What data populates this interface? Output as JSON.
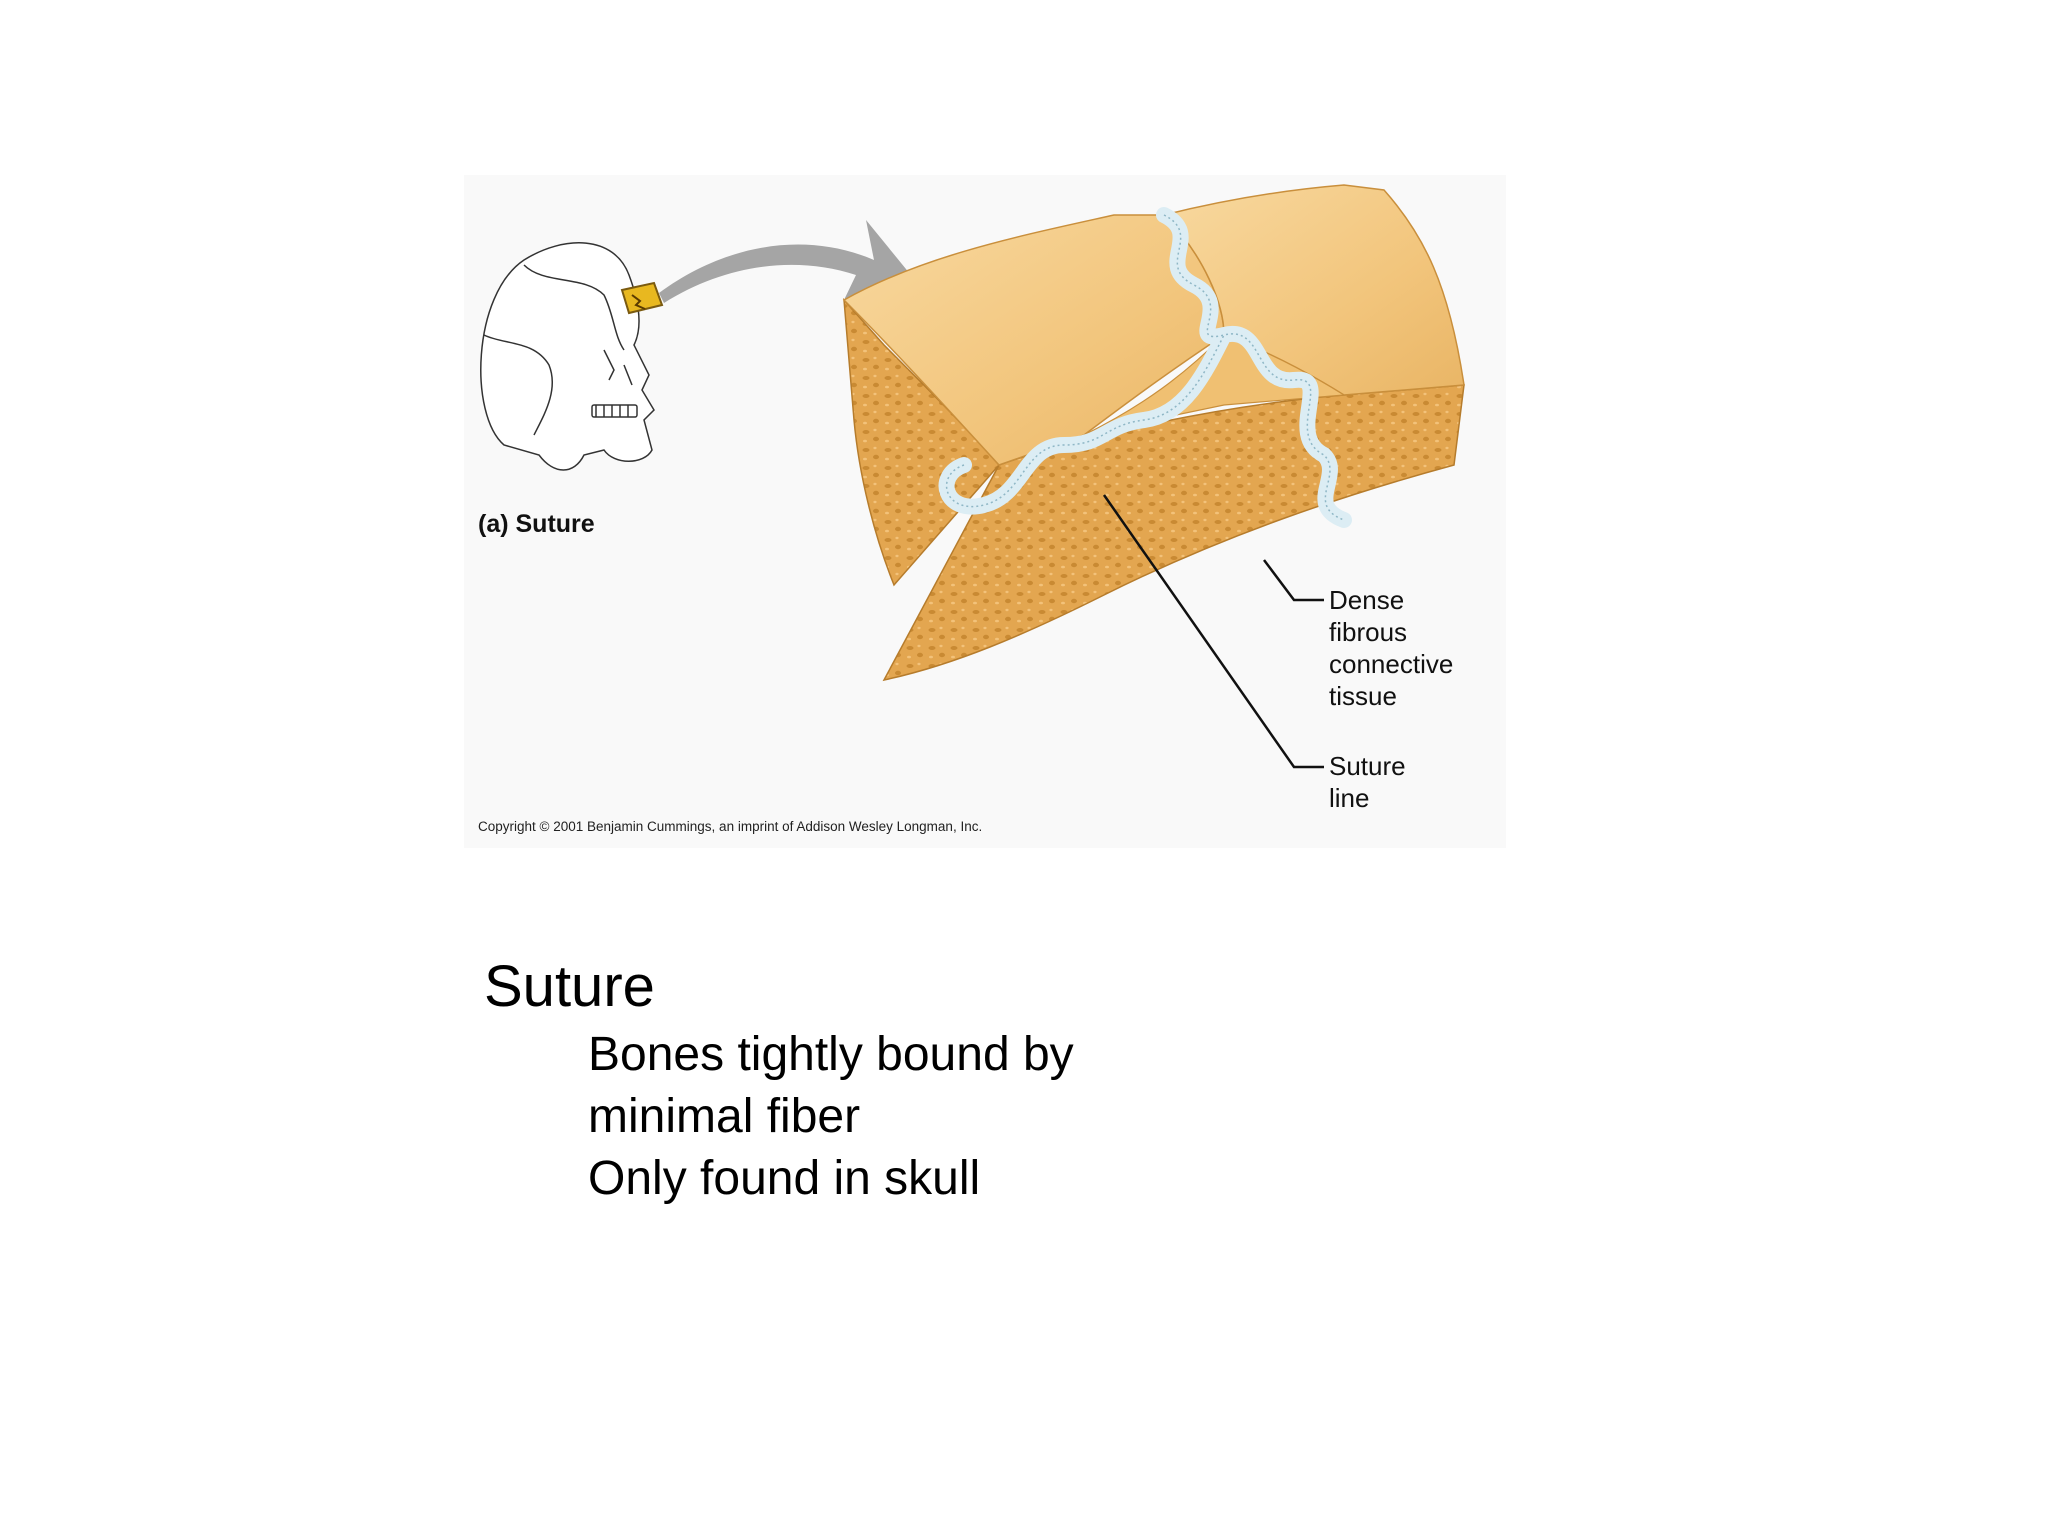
{
  "figure": {
    "panel_label": "(a) Suture",
    "callouts": {
      "dense_tissue": [
        "Dense",
        "fibrous",
        "connective",
        "tissue"
      ],
      "suture_line": [
        "Suture",
        "line"
      ]
    },
    "copyright": "Copyright © 2001 Benjamin Cummings, an imprint of Addison Wesley Longman, Inc.",
    "colors": {
      "bone_surface": "#f2c57c",
      "spongy_bone": "#e0a24a",
      "connective_tissue": "#dcedf4",
      "arrow": "#a5a5a5",
      "highlight": "#e8b820"
    },
    "icons": [
      "skull-drawing",
      "curved-arrow"
    ]
  },
  "slide": {
    "title": "Suture",
    "bullets": [
      "Bones tightly bound by minimal fiber",
      "Only found in skull"
    ]
  }
}
